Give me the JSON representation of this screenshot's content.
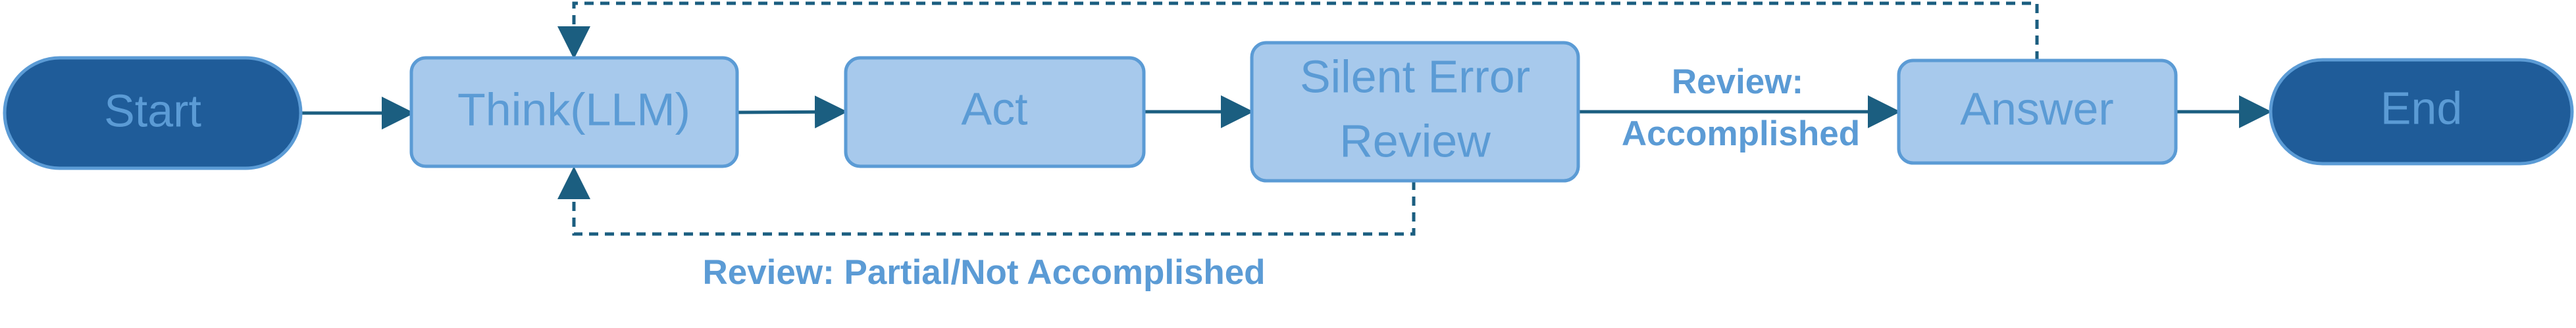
{
  "colors": {
    "terminal_fill": "#1F5C99",
    "terminal_border": "#5B9BD5",
    "process_fill": "#A7C9EC",
    "process_border": "#5B9BD5",
    "node_text": "#5B9BD5",
    "arrow": "#1B5E80",
    "edge_label": "#5B9BD5"
  },
  "nodes": {
    "start": "Start",
    "think": "Think(LLM)",
    "act": "Act",
    "review_line1": "Silent Error",
    "review_line2": "Review",
    "answer": "Answer",
    "end": "End"
  },
  "edge_labels": {
    "accomplished_line1": "Review:",
    "accomplished_line2": "Accomplished",
    "not_accomplished": "Review: Partial/Not Accomplished"
  }
}
